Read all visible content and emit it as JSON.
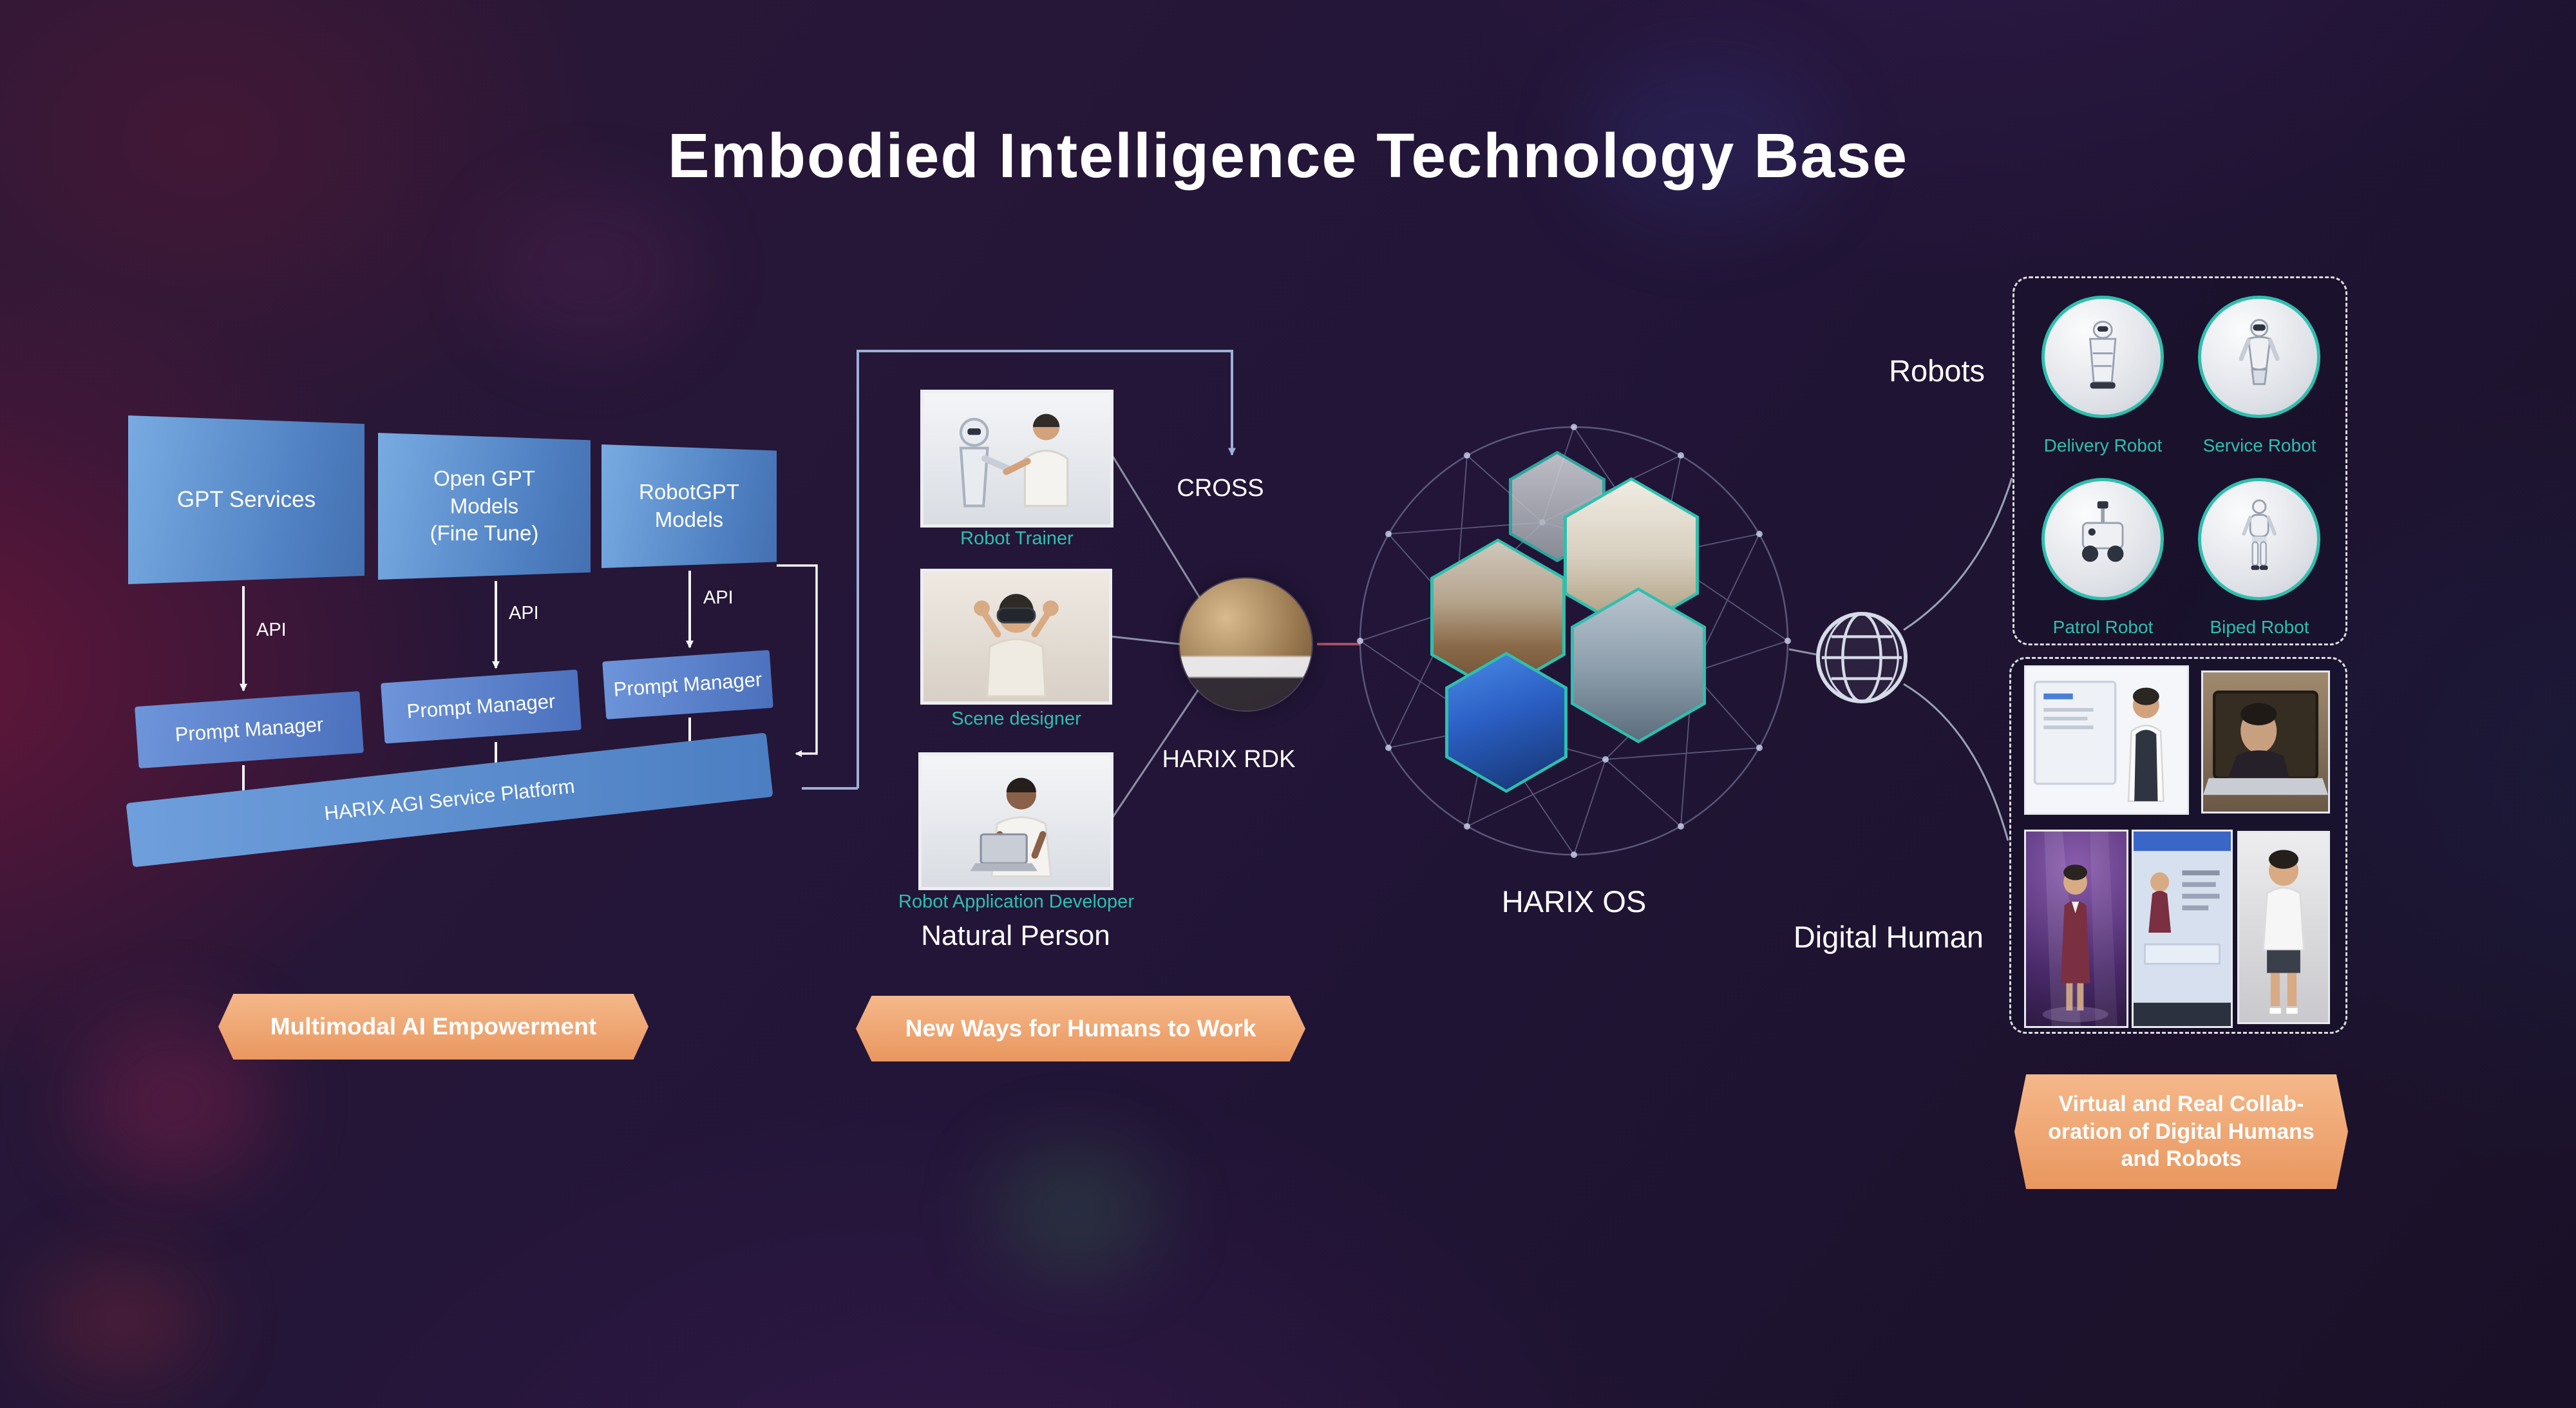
{
  "title": "Embodied Intelligence Technology Base",
  "ai_stack": {
    "boxes": [
      {
        "lines": [
          "GPT Services"
        ]
      },
      {
        "lines": [
          "Open GPT",
          "Models",
          "(Fine Tune)"
        ]
      },
      {
        "lines": [
          "RobotGPT",
          "Models"
        ]
      }
    ],
    "api_label": "API",
    "prompt_manager_label": "Prompt Manager",
    "platform_label": "HARIX AGI Service Platform",
    "banner": "Multimodal AI Empowerment"
  },
  "humans": {
    "photos": [
      {
        "label": "Robot Trainer"
      },
      {
        "label": "Scene designer"
      },
      {
        "label": "Robot Application Developer"
      }
    ],
    "heading": "Natural Person",
    "cross_label": "CROSS",
    "rdk_label": "HARIX RDK",
    "banner": "New Ways for Humans to Work"
  },
  "os": {
    "label": "HARIX OS"
  },
  "robots": {
    "heading": "Robots",
    "items": [
      {
        "label": "Delivery Robot"
      },
      {
        "label": "Service Robot"
      },
      {
        "label": "Patrol Robot"
      },
      {
        "label": "Biped Robot"
      }
    ]
  },
  "digital_human": {
    "heading": "Digital Human",
    "banner_lines": [
      "Virtual and Real Collab-",
      "oration of Digital Humans",
      "and Robots"
    ]
  },
  "colors": {
    "accent_teal": "#2fbfae",
    "banner_orange": "#f0a878",
    "box_blue": "#5b8fd0"
  }
}
